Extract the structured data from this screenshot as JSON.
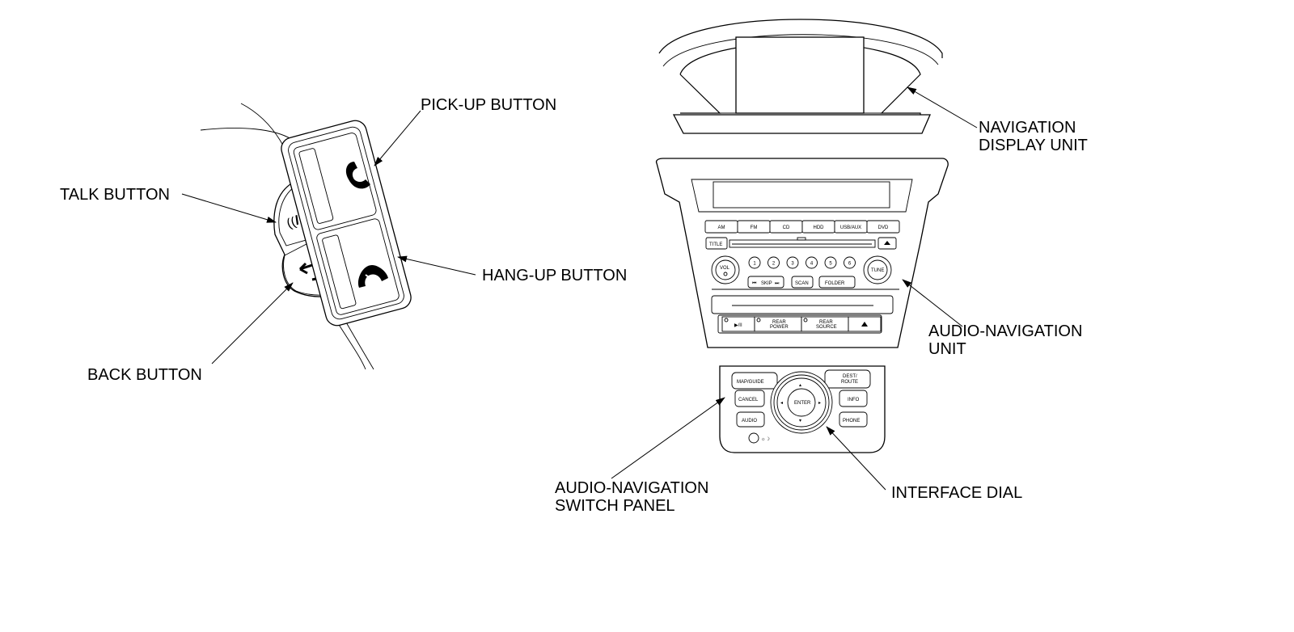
{
  "callouts": {
    "pickup_button": "PICK-UP BUTTON",
    "talk_button": "TALK BUTTON",
    "hangup_button": "HANG-UP BUTTON",
    "back_button": "BACK BUTTON",
    "nav_display_line1": "NAVIGATION",
    "nav_display_line2": "DISPLAY UNIT",
    "audio_nav_unit_line1": "AUDIO-NAVIGATION",
    "audio_nav_unit_line2": "UNIT",
    "switch_panel_line1": "AUDIO-NAVIGATION",
    "switch_panel_line2": "SWITCH PANEL",
    "interface_dial": "INTERFACE DIAL"
  },
  "audio_unit": {
    "source_buttons": [
      "AM",
      "FM",
      "CD",
      "HDD",
      "USB/AUX",
      "DVD"
    ],
    "title_button": "TITLE",
    "vol_label": "VOL",
    "tune_label": "TUNE",
    "preset_buttons": [
      "1",
      "2",
      "3",
      "4",
      "5",
      "6"
    ],
    "skip_label": "SKIP",
    "scan_label": "SCAN",
    "folder_label": "FOLDER",
    "play_label": "▶/II",
    "rear_power_line1": "REAR",
    "rear_power_line2": "POWER",
    "rear_source_line1": "REAR",
    "rear_source_line2": "SOURCE"
  },
  "switch_panel": {
    "map_guide": "MAP/GUIDE",
    "cancel": "CANCEL",
    "audio": "AUDIO",
    "dest_line1": "DEST/",
    "dest_line2": "ROUTE",
    "info": "INFO",
    "phone": "PHONE",
    "enter": "ENTER"
  }
}
